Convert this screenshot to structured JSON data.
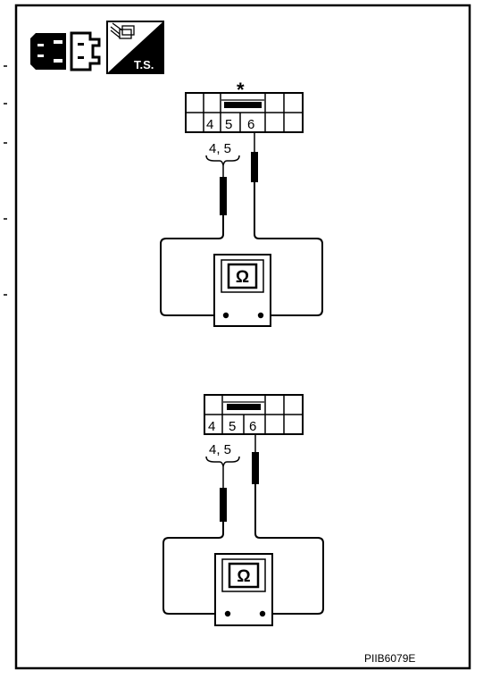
{
  "header": {
    "connector_icon": "connector-disconnect-icon",
    "ts_icon": "harness-ts-icon",
    "ts_label": "T.S."
  },
  "diagrams": [
    {
      "asterisk": "*",
      "pins": [
        "4",
        "5",
        "6"
      ],
      "probe_label": "4, 5",
      "meter_symbol": "Ω"
    },
    {
      "pins": [
        "4",
        "5",
        "6"
      ],
      "probe_label": "4, 5",
      "meter_symbol": "Ω"
    }
  ],
  "figure_code": "PIIB6079E"
}
